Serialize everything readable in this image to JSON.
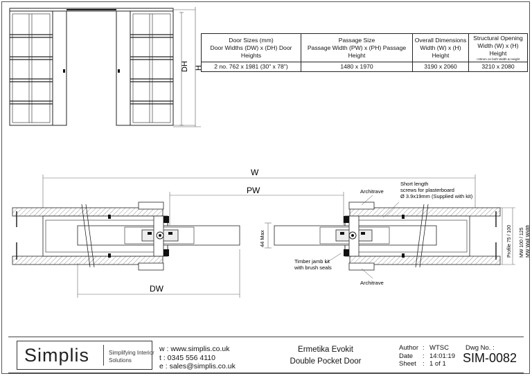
{
  "elevation": {
    "dh_label": "DH",
    "h_label": "H"
  },
  "spec_table": {
    "headers": [
      [
        "Door Sizes (mm)",
        "Door Widths (DW) x (DH) Door Heights"
      ],
      [
        "Passage Size",
        "Passage Width (PW) x (PH) Passage Height"
      ],
      [
        "Overall Dimensions",
        "Width (W) x (H) Height"
      ],
      [
        "Structural Opening",
        "Width (W) x (H) Height"
      ]
    ],
    "header_note": "+20mm on both Width & Height",
    "row": [
      "2 no. 762 x 1981 (30\" x 78\")",
      "1480 x 1970",
      "3190 x 2060",
      "3210 x 2080"
    ]
  },
  "plan": {
    "w_label": "W",
    "pw_label": "PW",
    "dw_label": "DW",
    "max_label": "44 Max",
    "architrave_top": "Architrave",
    "architrave_bottom": "Architrave",
    "screw_note": [
      "Short length",
      "screws for plasterboard",
      "Ø 3.9x19mm (Supplied with kit)"
    ],
    "jamb_note": [
      "Timber jamb kit",
      "with brush seals"
    ],
    "wall_labels": [
      "MW Wall Width",
      "MW 100 / 125",
      "Profile 75 / 100"
    ]
  },
  "title_block": {
    "brand": "Simplis",
    "tagline": [
      "Simplifying Interior",
      "Solutions"
    ],
    "contact": [
      "w : www.simplis.co.uk",
      "t  : 0345 556 4110",
      "e : sales@simplis.co.uk"
    ],
    "product": "Ermetika Evokit",
    "product_type": "Double Pocket Door",
    "author_label": "Author",
    "author_value": "WTSC",
    "date_label": "Date",
    "date_value": "14:01:19",
    "sheet_label": "Sheet",
    "sheet_value": "1 of 1",
    "dwg_label": "Dwg No. :",
    "dwg_no": "SIM-0082"
  }
}
